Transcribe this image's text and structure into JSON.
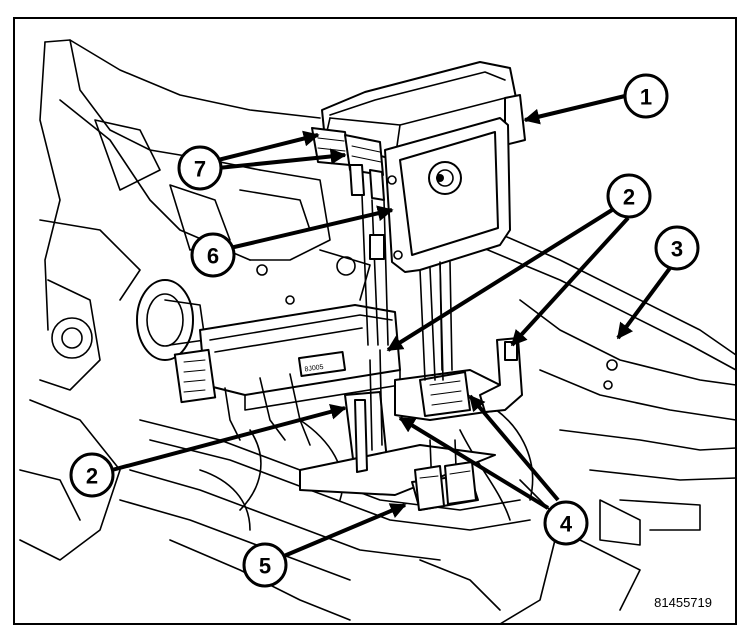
{
  "figure_code": "81455719",
  "module_label": "8J005",
  "callouts": [
    {
      "id": "1",
      "label": "1"
    },
    {
      "id": "2a",
      "label": "2"
    },
    {
      "id": "2b",
      "label": "2"
    },
    {
      "id": "3",
      "label": "3"
    },
    {
      "id": "4",
      "label": "4"
    },
    {
      "id": "5",
      "label": "5"
    },
    {
      "id": "6",
      "label": "6"
    },
    {
      "id": "7",
      "label": "7"
    }
  ]
}
